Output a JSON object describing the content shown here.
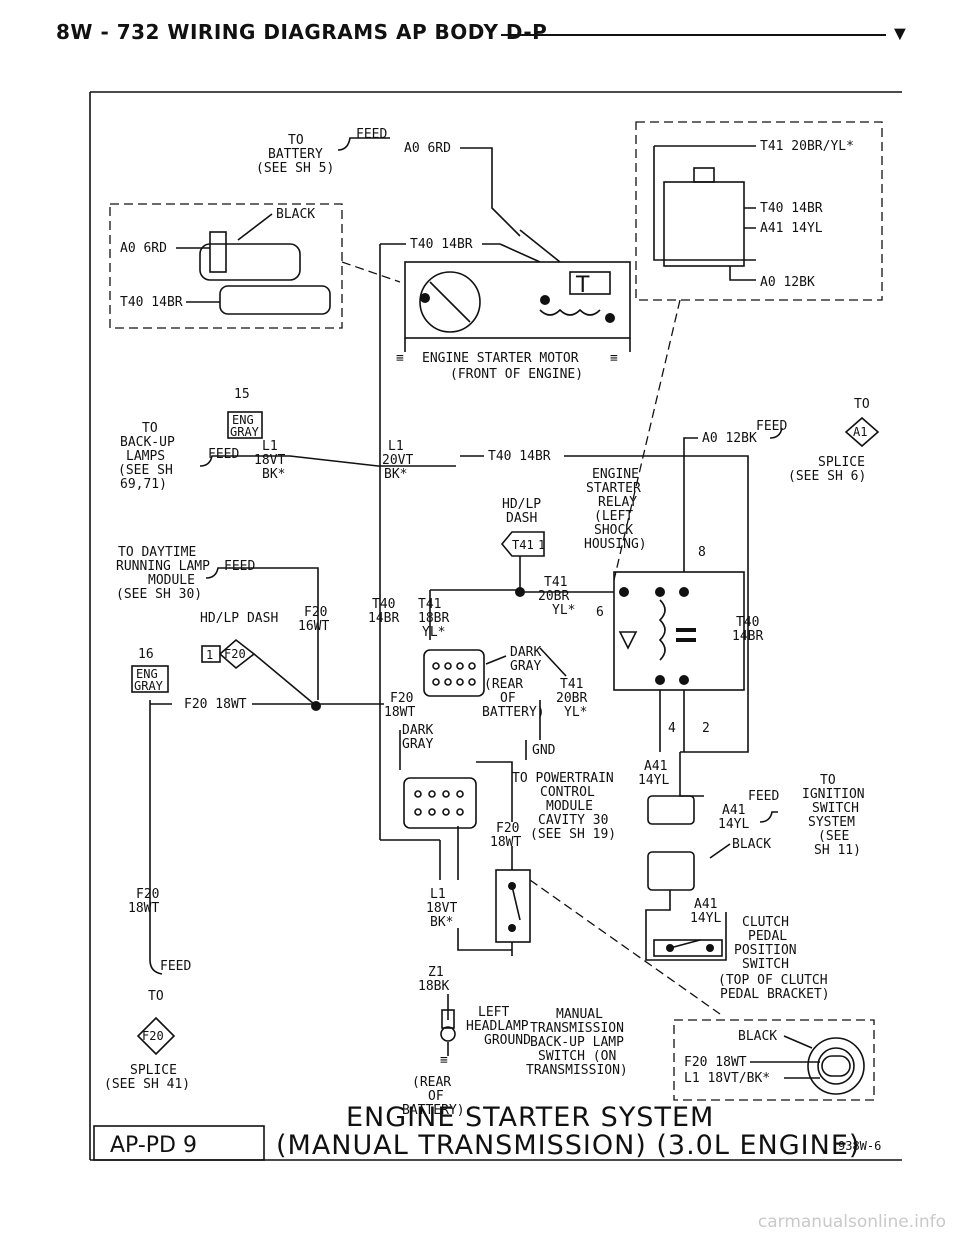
{
  "header": {
    "title": "8W - 732    WIRING DIAGRAMS AP BODY D-P"
  },
  "diagram": {
    "title_line1": "ENGINE STARTER SYSTEM",
    "title_line2": "(MANUAL TRANSMISSION) (3.0L ENGINE)",
    "page_code": "AP-PD 9",
    "figure_code": "938W-6"
  },
  "labels": {
    "to_battery_1": "TO",
    "to_battery_2": "BATTERY",
    "to_battery_3": "(SEE SH 5)",
    "feed_top": "FEED",
    "a0_6rd_top": "A0 6RD",
    "black_conn": "BLACK",
    "a0_6rd_left": "A0 6RD",
    "t40_14br_left": "T40 14BR",
    "t40_14br_motor": "T40 14BR",
    "motor_1": "ENGINE STARTER MOTOR",
    "motor_2": "(FRONT OF ENGINE)",
    "t41_20br": "T41 20BR/YL*",
    "t40_14br_r": "T40 14BR",
    "a41_14yl_r": "A41 14YL",
    "a0_12bk_r": "A0 12BK",
    "n15": "15",
    "eng_gray_a1": "ENG",
    "eng_gray_a2": "GRAY",
    "to_backup_1": "TO",
    "to_backup_2": "BACK-UP",
    "to_backup_3": "LAMPS",
    "to_backup_4": "(SEE SH",
    "to_backup_5": "69,71)",
    "feed_l1": "FEED",
    "l1_18vt_1": "L1",
    "l1_18vt_2": "18VT",
    "l1_18vt_3": "BK*",
    "l1_20vt_1": "L1",
    "l1_20vt_2": "20VT",
    "l1_20vt_3": "BK*",
    "t40_14br_mid": "T40 14BR",
    "relay_1": "ENGINE",
    "relay_2": "STARTER",
    "relay_3": "RELAY",
    "relay_4": "(LEFT",
    "relay_5": "SHOCK",
    "relay_6": "HOUSING)",
    "hdlp_dash_1": "HD/LP",
    "hdlp_dash_2": "DASH",
    "t41_conn": "T41",
    "n1_conn": "1",
    "a0_12bk_feed": "A0 12BK",
    "feed_a1": "FEED",
    "to_splice_1": "TO",
    "a1_conn": "A1",
    "splice_a1_1": "SPLICE",
    "splice_a1_2": "(SEE SH 6)",
    "n8": "8",
    "drl_1": "TO DAYTIME",
    "drl_2": "RUNNING LAMP",
    "drl_3": "MODULE",
    "drl_4": "(SEE SH 30)",
    "feed_drl": "FEED",
    "hdlp_dash_b": "HD/LP DASH",
    "f20_16wt_1": "F20",
    "f20_16wt_2": "16WT",
    "t40_14br_v1": "T40",
    "t40_14br_v2": "14BR",
    "t41_18br_1": "T41",
    "t41_18br_2": "18BR",
    "t41_18br_3": "YL*",
    "t41_20br_m1": "T41",
    "t41_20br_m2": "20BR",
    "t41_20br_m3": "YL*",
    "n6": "6",
    "t40_14br_rr1": "T40",
    "t40_14br_rr2": "14BR",
    "n16": "16",
    "eng_gray_b1": "ENG",
    "eng_gray_b2": "GRAY",
    "n1_f20": "1",
    "f20_conn": "F20",
    "dark_gray_1": "DARK",
    "dark_gray_2": "GRAY",
    "rear_bat_1": "(REAR",
    "rear_bat_2": "OF",
    "rear_bat_3": "BATTERY)",
    "t41_20br_b1": "T41",
    "t41_20br_b2": "20BR",
    "t41_20br_b3": "YL*",
    "f20_18wt_h": "F20 18WT",
    "f20_18wt_m1": "F20",
    "f20_18wt_m2": "18WT",
    "n4": "4",
    "n2": "2",
    "dark_gray_b1": "DARK",
    "dark_gray_b2": "GRAY",
    "gnd": "GND",
    "a41_14yl_1": "A41",
    "a41_14yl_2": "14YL",
    "pcm_1": "TO POWERTRAIN",
    "pcm_2": "CONTROL",
    "pcm_3": "MODULE",
    "pcm_4": "CAVITY 30",
    "pcm_5": "(SEE SH 19)",
    "f20_18wt_p1": "F20",
    "f20_18wt_p2": "18WT",
    "ign_1": "TO",
    "ign_2": "IGNITION",
    "ign_3": "SWITCH",
    "ign_4": "SYSTEM",
    "ign_5": "(SEE",
    "ign_6": "SH 11)",
    "feed_ign": "FEED",
    "a41_ign_1": "A41",
    "a41_ign_2": "14YL",
    "black_ign": "BLACK",
    "f20_18wt_l1": "F20",
    "f20_18wt_l2": "18WT",
    "l1_18vt_b1": "L1",
    "l1_18vt_b2": "18VT",
    "l1_18vt_b3": "BK*",
    "z1_18bk_1": "Z1",
    "z1_18bk_2": "18BK",
    "a41_cl_1": "A41",
    "a41_cl_2": "14YL",
    "clutch_1": "CLUTCH",
    "clutch_2": "PEDAL",
    "clutch_3": "POSITION",
    "clutch_4": "SWITCH",
    "clutch_5": "(TOP OF CLUTCH",
    "clutch_6": "PEDAL BRACKET)",
    "feed_bl": "FEED",
    "to_bl": "TO",
    "f20_bl": "F20",
    "splice_f20_1": "SPLICE",
    "splice_f20_2": "(SEE SH 41)",
    "hl_gnd_1": "LEFT",
    "hl_gnd_2": "HEADLAMP",
    "hl_gnd_3": "GROUND",
    "rear_bat_b1": "(REAR",
    "rear_bat_b2": "OF",
    "rear_bat_b3": "BATTERY)",
    "manual_1": "MANUAL",
    "manual_2": "TRANSMISSION",
    "manual_3": "BACK-UP LAMP",
    "manual_4": "SWITCH (ON",
    "manual_5": "TRANSMISSION)",
    "black_br": "BLACK",
    "f20_18wt_br": "F20 18WT",
    "l1_18vt_br": "L1 18VT/BK*"
  },
  "watermark": "carmanualsonline.info"
}
